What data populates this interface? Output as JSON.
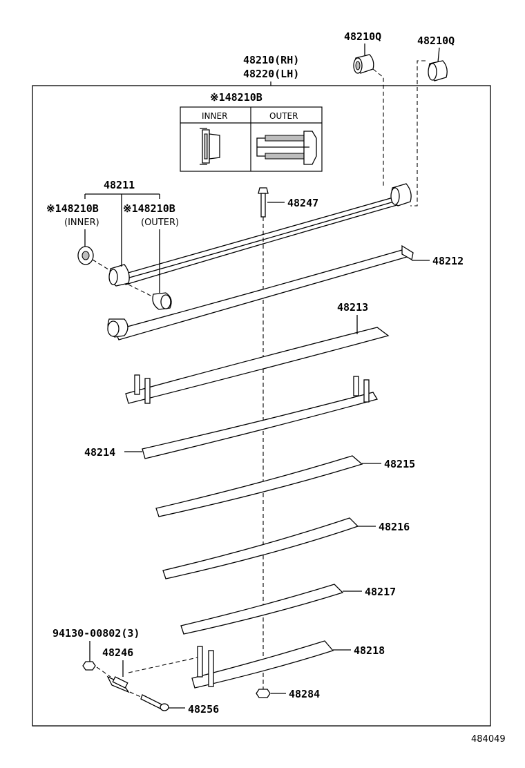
{
  "labels": {
    "p48210q_a": "48210Q",
    "p48210q_b": "48210Q",
    "p48210_rh": "48210(RH)",
    "p48220_lh": "48220(LH)",
    "bushing_note": "※148210B",
    "inner_col": "INNER",
    "outer_col": "OUTER",
    "p48211": "48211",
    "p148210b_inner": "※148210B",
    "inner_paren": "(INNER)",
    "p148210b_outer": "※148210B",
    "outer_paren": "(OUTER)",
    "p48247": "48247",
    "p48212": "48212",
    "p48213": "48213",
    "p48214": "48214",
    "p48215": "48215",
    "p48216": "48216",
    "p48217": "48217",
    "p48218": "48218",
    "p94130": "94130-00802(3)",
    "p48246": "48246",
    "p48284": "48284",
    "p48256": "48256",
    "diagram_id": "484049"
  }
}
